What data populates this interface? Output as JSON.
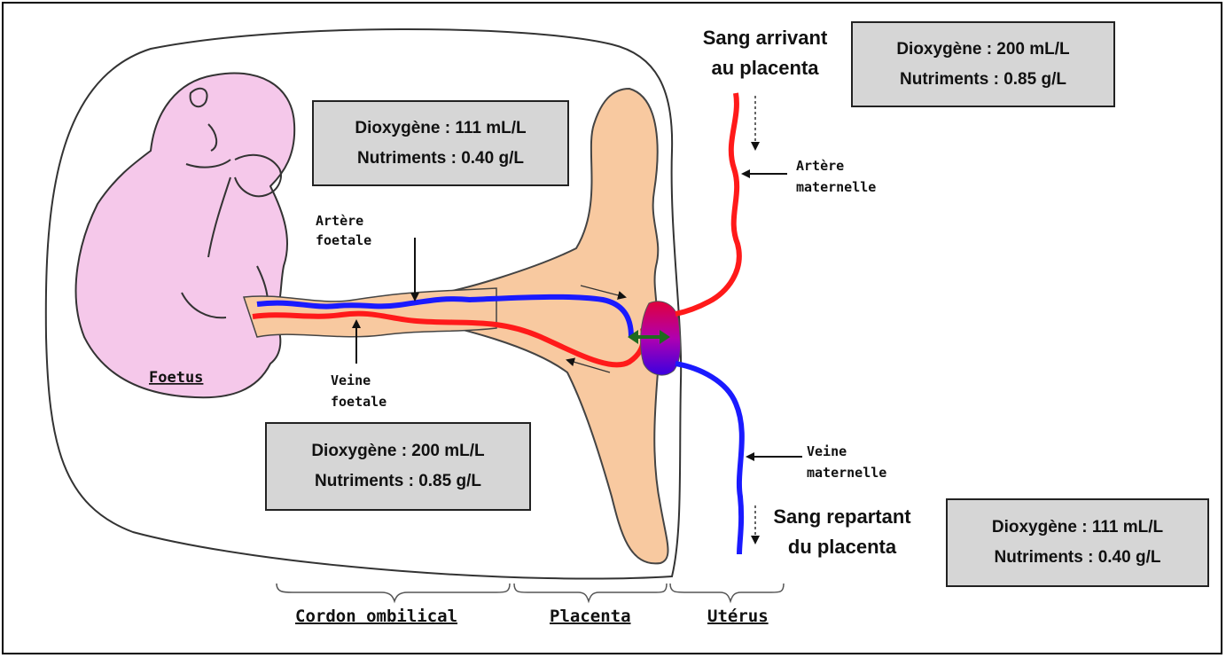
{
  "info_boxes": {
    "fetal_artery": {
      "oxygen": "Dioxygène : 111 mL/L",
      "nutrients": "Nutriments : 0.40 g/L"
    },
    "fetal_vein": {
      "oxygen": "Dioxygène : 200 mL/L",
      "nutrients": "Nutriments : 0.85 g/L"
    },
    "maternal_artery": {
      "oxygen": "Dioxygène : 200 mL/L",
      "nutrients": "Nutriments : 0.85 g/L"
    },
    "maternal_vein": {
      "oxygen": "Dioxygène : 111 mL/L",
      "nutrients": "Nutriments : 0.40 g/L"
    }
  },
  "flow_labels": {
    "arriving": [
      "Sang arrivant",
      "au placenta"
    ],
    "leaving": [
      "Sang repartant",
      "du placenta"
    ]
  },
  "vessel_labels": {
    "fetal_artery": [
      "Artère",
      "foetale"
    ],
    "fetal_vein": [
      "Veine",
      "foetale"
    ],
    "maternal_artery": [
      "Artère",
      "maternelle"
    ],
    "maternal_vein": [
      "Veine",
      "maternelle"
    ]
  },
  "region_labels": {
    "foetus": "Foetus",
    "cord": "Cordon ombilical",
    "placenta": "Placenta",
    "uterus": "Utérus"
  },
  "colors": {
    "fetus_fill": "#f5c8ea",
    "placenta_fill": "#f8c9a0",
    "artery_red": "#ff1a1a",
    "vein_blue": "#1a1aff",
    "exchange_arrow": "#1f6b1f",
    "info_box_bg": "#d6d6d6"
  }
}
